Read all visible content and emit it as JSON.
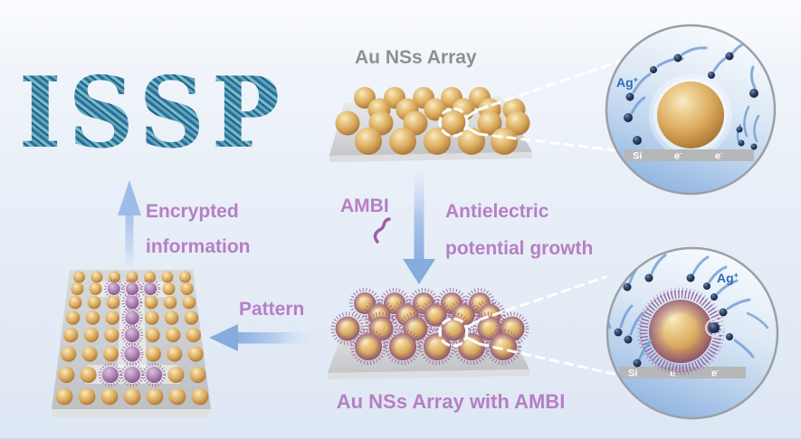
{
  "figure": {
    "photo_text": "ISSP",
    "top_array_label": "Au NSs Array",
    "reagent_label": "AMBI",
    "process_line1": "Antielectric",
    "process_line2": "potential growth",
    "output_line1": "Encrypted",
    "output_line2": "information",
    "pattern_label": "Pattern",
    "bottom_array_label": "Au NSs Array with AMBI",
    "encoded_pattern_letter": "I"
  },
  "insets": {
    "top": {
      "ion": "Ag",
      "ion_charge": "+",
      "substrate": "Si",
      "electron": "e",
      "electron_charge": "-"
    },
    "bottom": {
      "ion": "Ag",
      "ion_charge": "+",
      "substrate": "Si",
      "electron": "e",
      "electron_charge": "-"
    }
  },
  "colors": {
    "accent_purple_text": "#b67fc4",
    "gray_title_text": "#8e8f93",
    "ion_label_blue": "#2b6cba",
    "gold_sphere": "#dcae63",
    "ambi_purple": "#9a68a0",
    "arrow_blue": "#8bafe1",
    "photo_background": "#bf7459",
    "photo_letters": "#4f95ae",
    "substrate_bar_gray": "#b6b7b9"
  }
}
